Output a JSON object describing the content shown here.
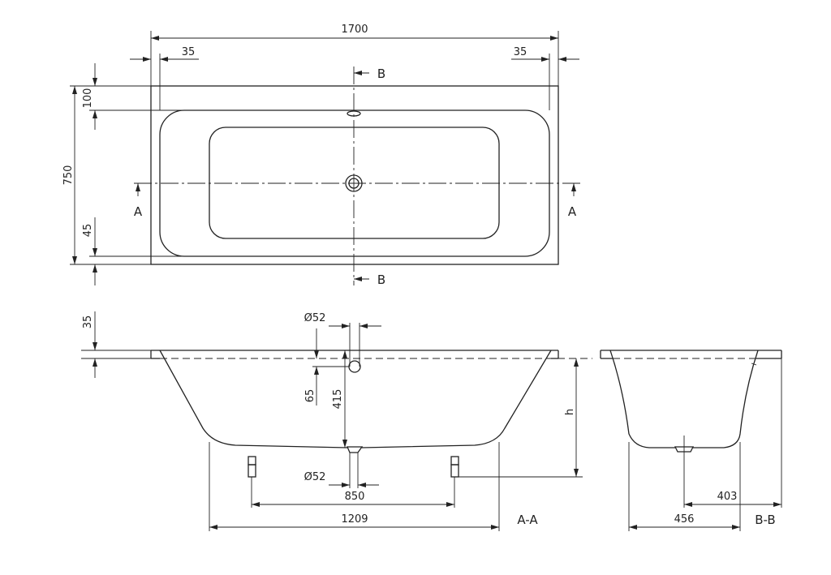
{
  "top_view": {
    "overall_length": "1700",
    "rim_left": "35",
    "rim_right": "35",
    "overall_width": "750",
    "rim_top": "100",
    "rim_bottom": "45",
    "section_a_left": "A",
    "section_a_right": "A",
    "section_b_top": "B",
    "section_b_bottom": "B"
  },
  "section_aa": {
    "rim_thickness": "35",
    "overflow_diameter": "Ø52",
    "overflow_offset": "65",
    "depth": "415",
    "height": "h",
    "drain_diameter": "Ø52",
    "feet_spacing": "850",
    "bottom_length": "1209",
    "title": "A-A"
  },
  "section_bb": {
    "drain_offset": "403",
    "bottom_width": "456",
    "title": "B-B"
  }
}
